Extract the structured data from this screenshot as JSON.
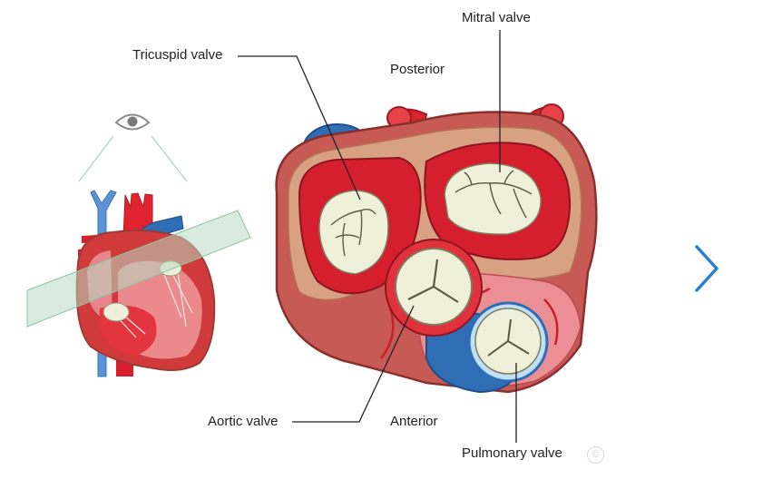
{
  "labels": {
    "tricuspid": "Tricuspid valve",
    "mitral": "Mitral valve",
    "posterior": "Posterior",
    "aortic": "Aortic valve",
    "anterior": "Anterior",
    "pulmonary": "Pulmonary valve"
  },
  "copyright_symbol": "©",
  "icons": {
    "eye": "eye-icon",
    "next": "chevron-right-icon"
  },
  "colors": {
    "nav_accent": "#2a7fd4",
    "muscle": "#c85a55",
    "muscle_dark": "#9c3a36",
    "fat": "#d9a183",
    "chamber": "#d61f2e",
    "valve": "#eef0da",
    "vein_blue": "#2f6db5",
    "plane": "#b8dbc2"
  }
}
